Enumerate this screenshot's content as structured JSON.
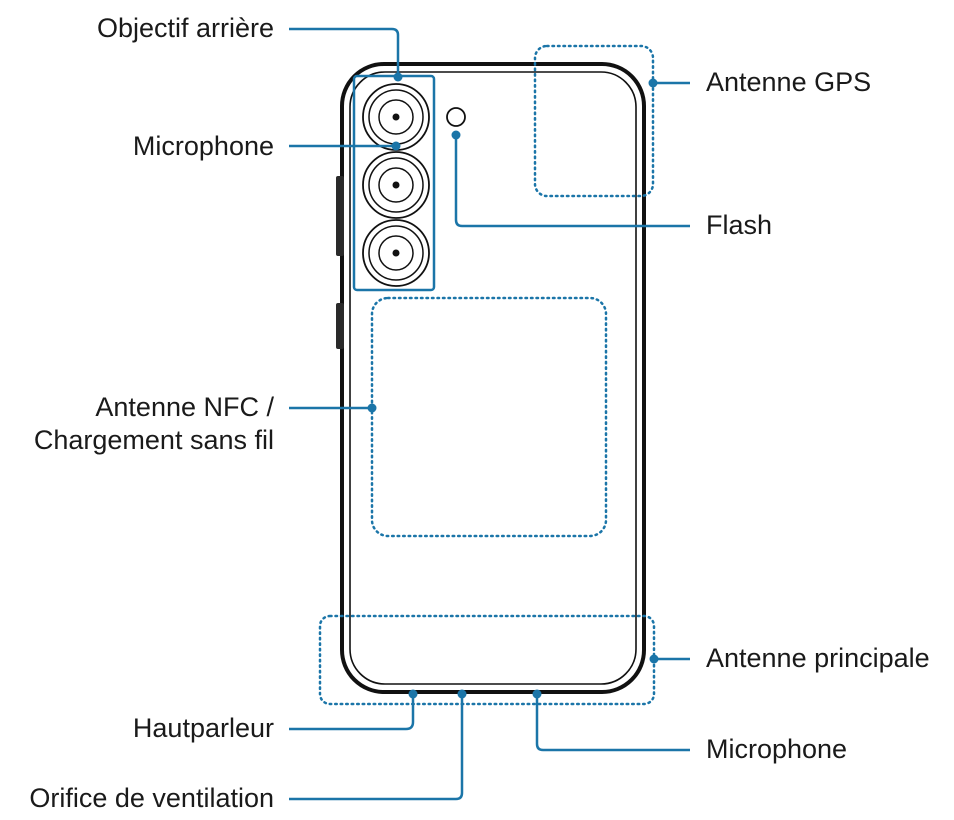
{
  "labels": {
    "rear_lens": "Objectif arrière",
    "microphone_top": "Microphone",
    "nfc_line1": "Antenne NFC /",
    "nfc_line2": "Chargement sans fil",
    "speaker": "Hautparleur",
    "vent": "Orifice de ventilation",
    "gps": "Antenne GPS",
    "flash": "Flash",
    "main_antenna": "Antenne principale",
    "microphone_bottom": "Microphone"
  },
  "colors": {
    "callout": "#1b75a8",
    "outline": "#111111",
    "background": "#ffffff"
  },
  "icons": {
    "camera": "camera-lens-icon",
    "flash": "flash-icon",
    "point": "callout-dot-icon"
  }
}
